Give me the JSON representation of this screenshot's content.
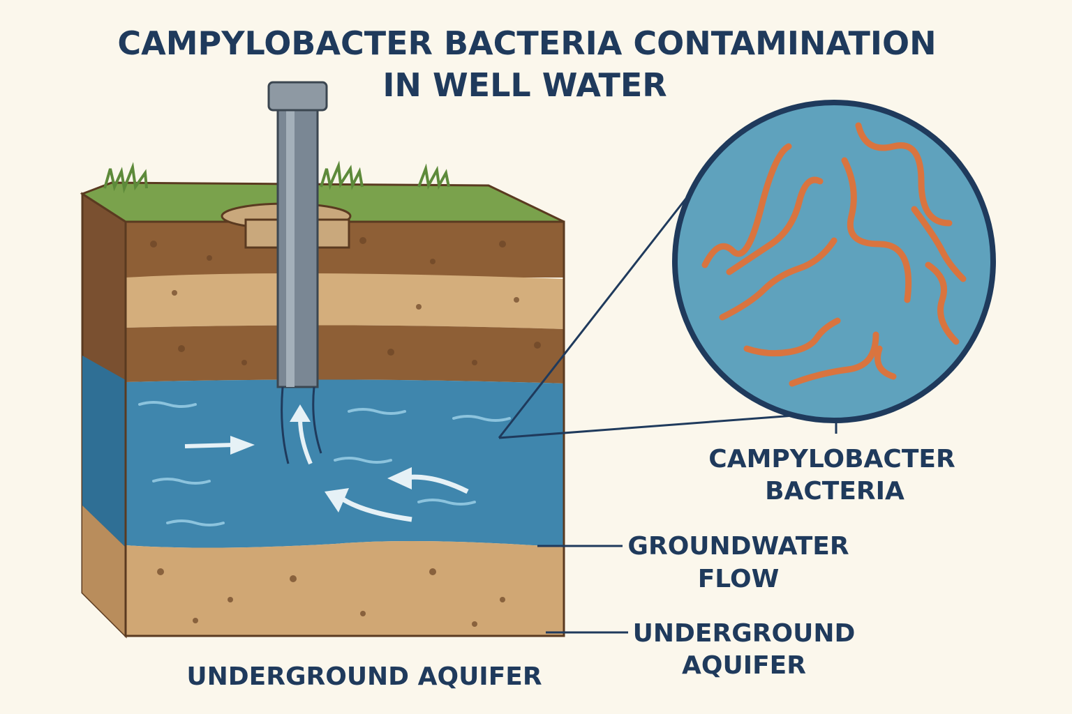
{
  "title": {
    "line1": "CAMPYLOBACTER BACTERIA CONTAMINATION",
    "line2": "IN WELL WATER"
  },
  "labels": {
    "bacteria": {
      "line1": "CAMPYLOBACTER",
      "line2": "BACTERIA"
    },
    "groundwater": {
      "line1": "GROUNDWATER",
      "line2": "FLOW"
    },
    "aquifer_right": {
      "line1": "UNDERGROUND",
      "line2": "AQUIFER"
    },
    "aquifer_bottom": "UNDERGROUND AQUIFER"
  },
  "colors": {
    "background": "#fbf7ec",
    "text": "#1f3a5c",
    "water": "#3f86ad",
    "bacteria": "#d9743f",
    "soil_dark": "#8e5f36",
    "soil_light": "#d4ae7c",
    "grass": "#6f9a45"
  }
}
